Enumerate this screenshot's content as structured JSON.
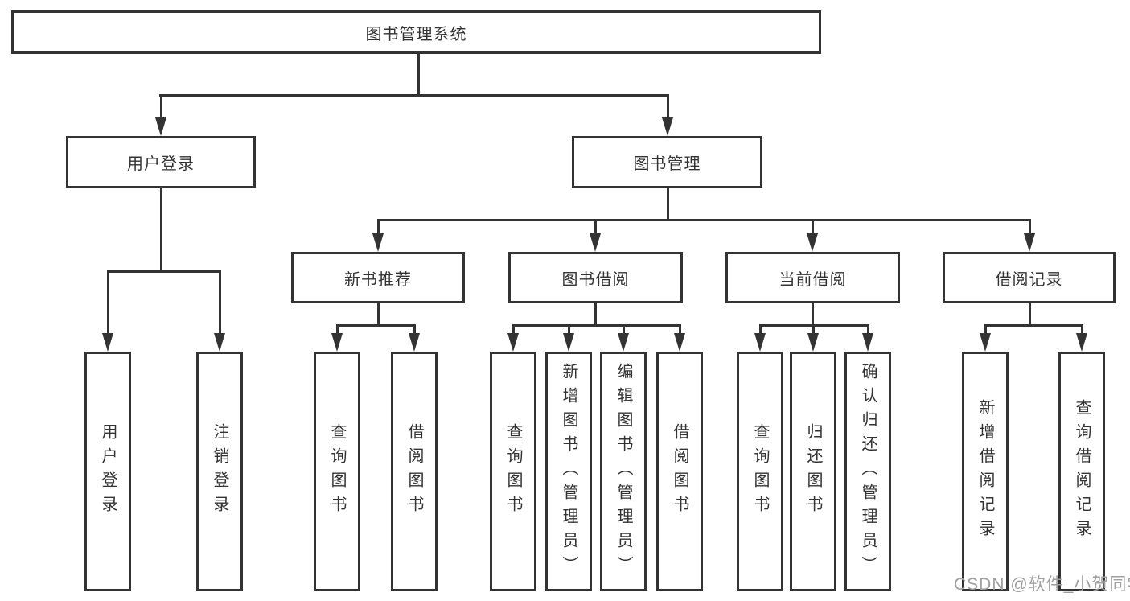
{
  "tree": {
    "label": "图书管理系统",
    "children": [
      {
        "label": "用户登录",
        "children": [
          {
            "label": "用户登录"
          },
          {
            "label": "注销登录"
          }
        ]
      },
      {
        "label": "图书管理",
        "children": [
          {
            "label": "新书推荐",
            "children": [
              {
                "label": "查询图书"
              },
              {
                "label": "借阅图书"
              }
            ]
          },
          {
            "label": "图书借阅",
            "children": [
              {
                "label": "查询图书"
              },
              {
                "label": "新增图书（管理员）"
              },
              {
                "label": "编辑图书（管理员）"
              },
              {
                "label": "借阅图书"
              }
            ]
          },
          {
            "label": "当前借阅",
            "children": [
              {
                "label": "查询图书"
              },
              {
                "label": "归还图书"
              },
              {
                "label": "确认归还（管理员）"
              }
            ]
          },
          {
            "label": "借阅记录",
            "children": [
              {
                "label": "新增借阅记录"
              },
              {
                "label": "查询借阅记录"
              }
            ]
          }
        ]
      }
    ]
  },
  "watermark": {
    "text": "CSDN @软件_小贺同学",
    "color": "#9f9f9f"
  },
  "colors": {
    "line": "#333333",
    "box_border": "#333333",
    "background": "#ffffff",
    "text": "#333333"
  }
}
